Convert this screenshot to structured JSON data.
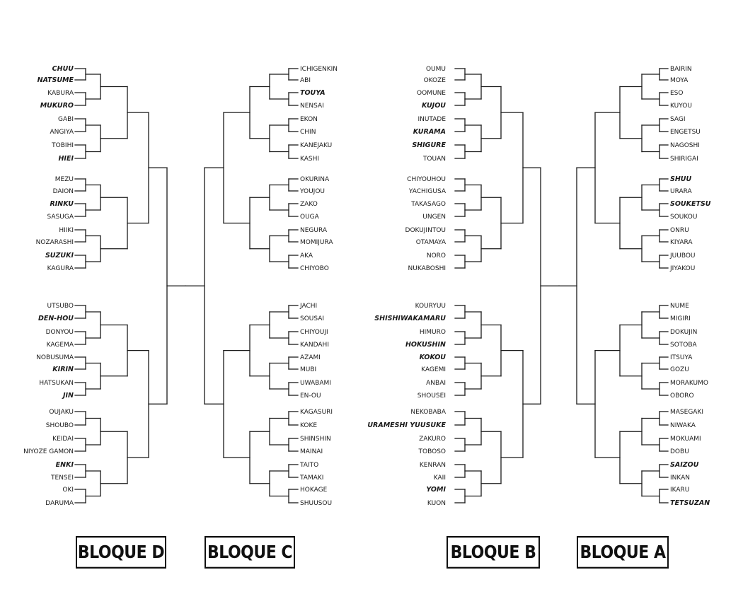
{
  "block_labels": {
    "d": "BLOQUE D",
    "c": "BLOQUE C",
    "b": "BLOQUE B",
    "a": "BLOQUE A"
  },
  "blocks": {
    "d": {
      "entrants": [
        {
          "name": "CHUU",
          "highlighted": true
        },
        {
          "name": "NATSUME",
          "highlighted": true
        },
        {
          "name": "KABURA",
          "highlighted": false
        },
        {
          "name": "MUKURO",
          "highlighted": true
        },
        {
          "name": "GABI",
          "highlighted": false
        },
        {
          "name": "ANGIYA",
          "highlighted": false
        },
        {
          "name": "TOBIHI",
          "highlighted": false
        },
        {
          "name": "HIEI",
          "highlighted": true
        },
        {
          "name": "MEZU",
          "highlighted": false
        },
        {
          "name": "DAION",
          "highlighted": false
        },
        {
          "name": "RINKU",
          "highlighted": true
        },
        {
          "name": "SASUGA",
          "highlighted": false
        },
        {
          "name": "HIIKI",
          "highlighted": false
        },
        {
          "name": "NOZARASHI",
          "highlighted": false
        },
        {
          "name": "SUZUKI",
          "highlighted": true
        },
        {
          "name": "KAGURA",
          "highlighted": false
        },
        {
          "name": "UTSUBO",
          "highlighted": false
        },
        {
          "name": "DEN-HOU",
          "highlighted": true
        },
        {
          "name": "DONYOU",
          "highlighted": false
        },
        {
          "name": "KAGEMA",
          "highlighted": false
        },
        {
          "name": "NOBUSUMA",
          "highlighted": false
        },
        {
          "name": "KIRIN",
          "highlighted": true
        },
        {
          "name": "HATSUKAN",
          "highlighted": false
        },
        {
          "name": "JIN",
          "highlighted": true
        },
        {
          "name": "OUJAKU",
          "highlighted": false
        },
        {
          "name": "SHOUBO",
          "highlighted": false
        },
        {
          "name": "KEIDAI",
          "highlighted": false
        },
        {
          "name": "NIYOZE GAMON",
          "highlighted": false
        },
        {
          "name": "ENKI",
          "highlighted": true
        },
        {
          "name": "TENSEI",
          "highlighted": false
        },
        {
          "name": "OKI",
          "highlighted": false
        },
        {
          "name": "DARUMA",
          "highlighted": false
        }
      ]
    },
    "c": {
      "entrants": [
        {
          "name": "ICHIGENKIN",
          "highlighted": false
        },
        {
          "name": "ABI",
          "highlighted": false
        },
        {
          "name": "TOUYA",
          "highlighted": true
        },
        {
          "name": "NENSAI",
          "highlighted": false
        },
        {
          "name": "EKON",
          "highlighted": false
        },
        {
          "name": "CHIN",
          "highlighted": false
        },
        {
          "name": "KANEJAKU",
          "highlighted": false
        },
        {
          "name": "KASHI",
          "highlighted": false
        },
        {
          "name": "OKURINA",
          "highlighted": false
        },
        {
          "name": "YOUJOU",
          "highlighted": false
        },
        {
          "name": "ZAKO",
          "highlighted": false
        },
        {
          "name": "OUGA",
          "highlighted": false
        },
        {
          "name": "NEGURA",
          "highlighted": false
        },
        {
          "name": "MOMIJURA",
          "highlighted": false
        },
        {
          "name": "AKA",
          "highlighted": false
        },
        {
          "name": "CHIYOBO",
          "highlighted": false
        },
        {
          "name": "JACHI",
          "highlighted": false
        },
        {
          "name": "SOUSAI",
          "highlighted": false
        },
        {
          "name": "CHIYOUJI",
          "highlighted": false
        },
        {
          "name": "KANDAHI",
          "highlighted": false
        },
        {
          "name": "AZAMI",
          "highlighted": false
        },
        {
          "name": "MUBI",
          "highlighted": false
        },
        {
          "name": "UWABAMI",
          "highlighted": false
        },
        {
          "name": "EN-OU",
          "highlighted": false
        },
        {
          "name": "KAGASURI",
          "highlighted": false
        },
        {
          "name": "KOKE",
          "highlighted": false
        },
        {
          "name": "SHINSHIN",
          "highlighted": false
        },
        {
          "name": "MAINAI",
          "highlighted": false
        },
        {
          "name": "TAITO",
          "highlighted": false
        },
        {
          "name": "TAMAKI",
          "highlighted": false
        },
        {
          "name": "HOKAGE",
          "highlighted": false
        },
        {
          "name": "SHUUSOU",
          "highlighted": false
        }
      ]
    },
    "b": {
      "entrants": [
        {
          "name": "OUMU",
          "highlighted": false
        },
        {
          "name": "OKOZE",
          "highlighted": false
        },
        {
          "name": "OOMUNE",
          "highlighted": false
        },
        {
          "name": "KUJOU",
          "highlighted": true
        },
        {
          "name": "INUTADE",
          "highlighted": false
        },
        {
          "name": "KURAMA",
          "highlighted": true
        },
        {
          "name": "SHIGURE",
          "highlighted": true
        },
        {
          "name": "TOUAN",
          "highlighted": false
        },
        {
          "name": "CHIYOUHOU",
          "highlighted": false
        },
        {
          "name": "YACHIGUSA",
          "highlighted": false
        },
        {
          "name": "TAKASAGO",
          "highlighted": false
        },
        {
          "name": "UNGEN",
          "highlighted": false
        },
        {
          "name": "DOKUJINTOU",
          "highlighted": false
        },
        {
          "name": "OTAMAYA",
          "highlighted": false
        },
        {
          "name": "NORO",
          "highlighted": false
        },
        {
          "name": "NUKABOSHI",
          "highlighted": false
        },
        {
          "name": "KOURYUU",
          "highlighted": false
        },
        {
          "name": "SHISHIWAKAMARU",
          "highlighted": true
        },
        {
          "name": "HIMURO",
          "highlighted": false
        },
        {
          "name": "HOKUSHIN",
          "highlighted": true
        },
        {
          "name": "KOKOU",
          "highlighted": true
        },
        {
          "name": "KAGEMI",
          "highlighted": false
        },
        {
          "name": "ANBAI",
          "highlighted": false
        },
        {
          "name": "SHOUSEI",
          "highlighted": false
        },
        {
          "name": "NEKOBABA",
          "highlighted": false
        },
        {
          "name": "URAMESHI YUUSUKE",
          "highlighted": true
        },
        {
          "name": "ZAKURO",
          "highlighted": false
        },
        {
          "name": "TOBOSO",
          "highlighted": false
        },
        {
          "name": "KENRAN",
          "highlighted": false
        },
        {
          "name": "KAII",
          "highlighted": false
        },
        {
          "name": "YOMI",
          "highlighted": true
        },
        {
          "name": "KUON",
          "highlighted": false
        }
      ]
    },
    "a": {
      "entrants": [
        {
          "name": "BAIRIN",
          "highlighted": false
        },
        {
          "name": "MOYA",
          "highlighted": false
        },
        {
          "name": "ESO",
          "highlighted": false
        },
        {
          "name": "KUYOU",
          "highlighted": false
        },
        {
          "name": "SAGI",
          "highlighted": false
        },
        {
          "name": "ENGETSU",
          "highlighted": false
        },
        {
          "name": "NAGOSHI",
          "highlighted": false
        },
        {
          "name": "SHIRIGAI",
          "highlighted": false
        },
        {
          "name": "SHUU",
          "highlighted": true
        },
        {
          "name": "URARA",
          "highlighted": false
        },
        {
          "name": "SOUKETSU",
          "highlighted": true
        },
        {
          "name": "SOUKOU",
          "highlighted": false
        },
        {
          "name": "ONRU",
          "highlighted": false
        },
        {
          "name": "KIYARA",
          "highlighted": false
        },
        {
          "name": "JUUBOU",
          "highlighted": false
        },
        {
          "name": "JIYAKOU",
          "highlighted": false
        },
        {
          "name": "NUME",
          "highlighted": false
        },
        {
          "name": "MIGIRI",
          "highlighted": false
        },
        {
          "name": "DOKUJIN",
          "highlighted": false
        },
        {
          "name": "SOTOBA",
          "highlighted": false
        },
        {
          "name": "ITSUYA",
          "highlighted": false
        },
        {
          "name": "GOZU",
          "highlighted": false
        },
        {
          "name": "MORAKUMO",
          "highlighted": false
        },
        {
          "name": "OBORO",
          "highlighted": false
        },
        {
          "name": "MASEGAKI",
          "highlighted": false
        },
        {
          "name": "NIWAKA",
          "highlighted": false
        },
        {
          "name": "MOKUAMI",
          "highlighted": false
        },
        {
          "name": "DOBU",
          "highlighted": false
        },
        {
          "name": "SAIZOU",
          "highlighted": true
        },
        {
          "name": "INKAN",
          "highlighted": false
        },
        {
          "name": "IKARU",
          "highlighted": false
        },
        {
          "name": "TETSUZAN",
          "highlighted": true
        }
      ]
    }
  }
}
